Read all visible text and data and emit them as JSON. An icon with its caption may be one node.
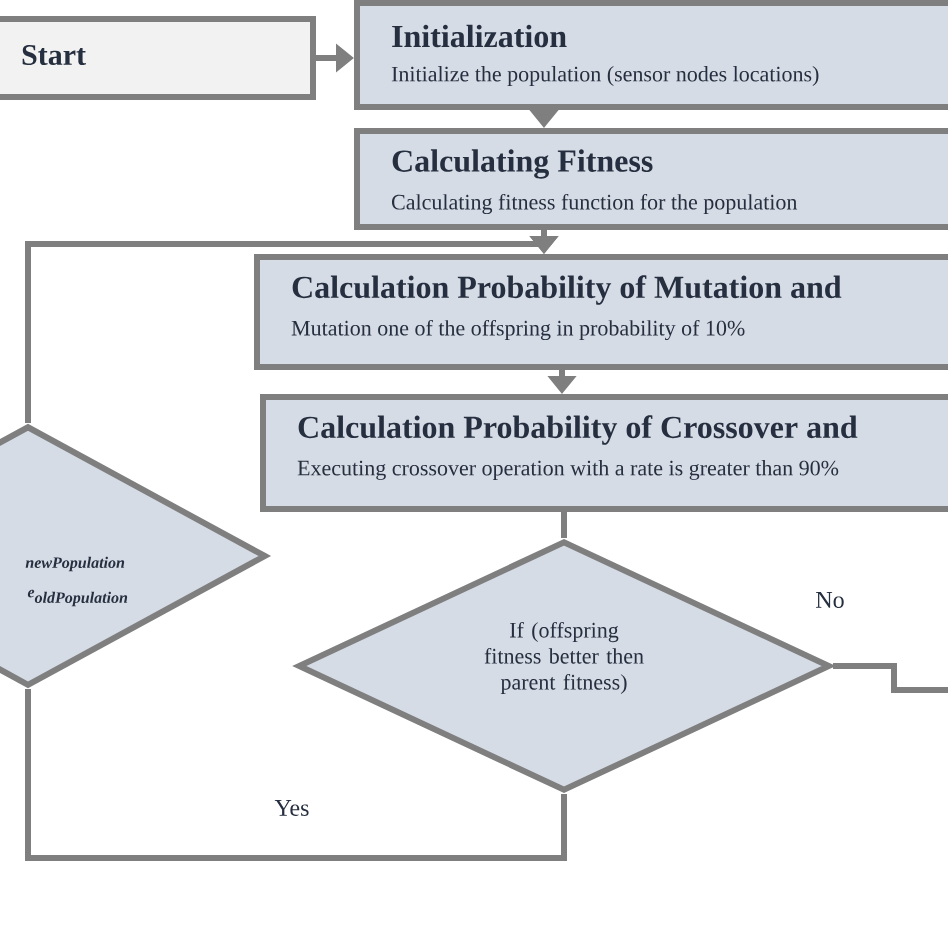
{
  "diagram": {
    "nodes": [
      {
        "text": [
          "Start"
        ]
      },
      {
        "text": [
          "Initialization",
          "Initialize the population (sensor nodes locations)"
        ]
      },
      {
        "text": [
          "Calculating Fitness",
          "Calculating fitness function for the population"
        ]
      },
      {
        "text": [
          "Calculation Probability of Mutation and",
          "Mutation one of the offspring in probability of 10%"
        ]
      },
      {
        "text": [
          "Calculation Probability of Crossover and",
          "Executing crossover operation with a rate is greater than 90%"
        ]
      },
      {
        "text": [
          "If (offspring fitness better then parent fitness)"
        ]
      },
      {
        "text": [
          "newPopulation",
          "\\textit{e}_{\\textit{oldPopulation}}"
        ]
      }
    ],
    "edges": [
      {
        "from": 0,
        "to": 1,
        "arrow": "to"
      },
      {
        "from": 1,
        "to": 2,
        "arrow": "to"
      },
      {
        "from": 2,
        "to": 3,
        "arrow": "to"
      },
      {
        "from": 3,
        "to": 4,
        "arrow": "to"
      },
      {
        "from": 4,
        "to": 5,
        "arrow": "none"
      },
      {
        "from": 5,
        "to": 6,
        "arrow": "none",
        "label": "Yes"
      },
      {
        "from": 5,
        "to": null,
        "arrow": "none",
        "label": "No"
      },
      {
        "from": 6,
        "to": 3,
        "arrow": "to"
      }
    ]
  }
}
